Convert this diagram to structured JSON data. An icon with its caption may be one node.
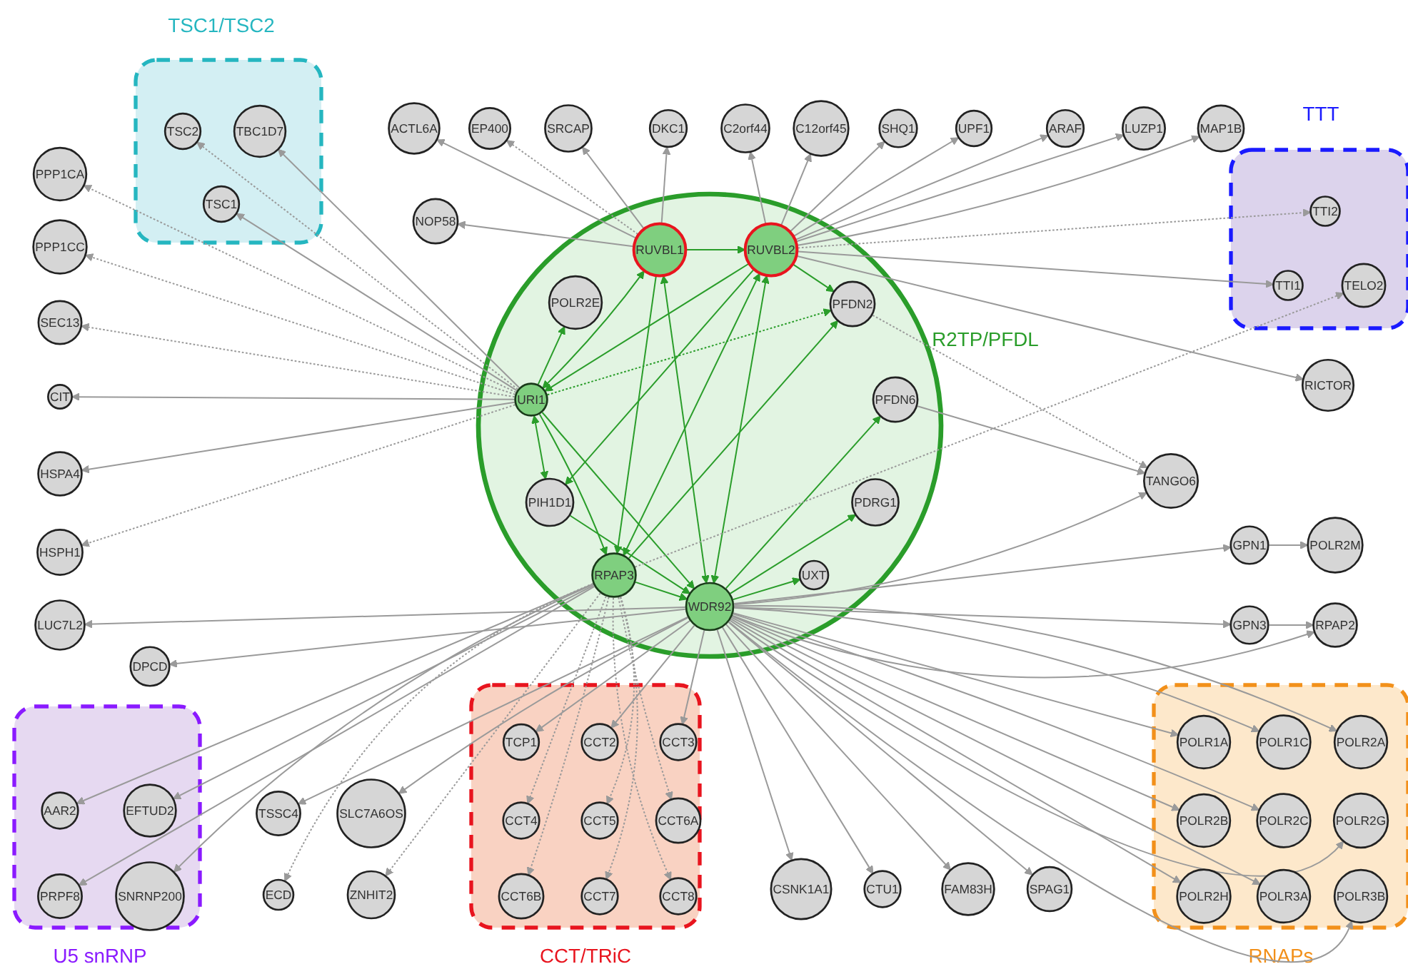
{
  "diagram": {
    "nodes": [
      {
        "text": [
          "TSC1/TSC2"
        ]
      },
      {
        "text": [
          "TSC2"
        ],
        "in": 0
      },
      {
        "text": [
          "TBC1D7"
        ],
        "in": 0
      },
      {
        "text": [
          "TSC1"
        ],
        "in": 0
      },
      {
        "text": [
          "ACTL6A"
        ]
      },
      {
        "text": [
          "EP400"
        ]
      },
      {
        "text": [
          "SRCAP"
        ]
      },
      {
        "text": [
          "DKC1"
        ]
      },
      {
        "text": [
          "C2orf44"
        ]
      },
      {
        "text": [
          "C12orf45"
        ]
      },
      {
        "text": [
          "SHQ1"
        ]
      },
      {
        "text": [
          "UPF1"
        ]
      },
      {
        "text": [
          "ARAF"
        ]
      },
      {
        "text": [
          "LUZP1"
        ]
      },
      {
        "text": [
          "MAP1B"
        ]
      },
      {
        "text": [
          "TTT"
        ]
      },
      {
        "text": [
          "TTI2"
        ],
        "in": 15
      },
      {
        "text": [
          "TTI1"
        ],
        "in": 15
      },
      {
        "text": [
          "TELO2"
        ],
        "in": 15
      },
      {
        "text": [
          "PPP1CA"
        ]
      },
      {
        "text": [
          "NOP58"
        ]
      },
      {
        "text": [
          "R2TP/PFDL"
        ]
      },
      {
        "text": [
          "RUVBL1"
        ],
        "in": 21
      },
      {
        "text": [
          "RUVBL2"
        ],
        "in": 21
      },
      {
        "text": [
          "PPP1CC"
        ]
      },
      {
        "text": [
          "POLR2E"
        ],
        "in": 21
      },
      {
        "text": [
          "PFDN2"
        ],
        "in": 21
      },
      {
        "text": [
          "SEC13"
        ]
      },
      {
        "text": [
          "URI1"
        ],
        "in": 21
      },
      {
        "text": [
          "PFDN6"
        ],
        "in": 21
      },
      {
        "text": [
          "RICTOR"
        ]
      },
      {
        "text": [
          "CIT"
        ]
      },
      {
        "text": [
          "HSPA4"
        ]
      },
      {
        "text": [
          "TANGO6"
        ]
      },
      {
        "text": [
          "PIH1D1"
        ],
        "in": 21
      },
      {
        "text": [
          "PDRG1"
        ],
        "in": 21
      },
      {
        "text": [
          "GPN1"
        ]
      },
      {
        "text": [
          "POLR2M"
        ]
      },
      {
        "text": [
          "HSPH1"
        ]
      },
      {
        "text": [
          "RPAP3"
        ],
        "in": 21
      },
      {
        "text": [
          "LUC7L2"
        ]
      },
      {
        "text": [
          "UXT"
        ],
        "in": 21
      },
      {
        "text": [
          "GPN3"
        ]
      },
      {
        "text": [
          "RPAP2"
        ]
      },
      {
        "text": [
          "DPCD"
        ]
      },
      {
        "text": [
          "WDR92"
        ],
        "in": 21
      },
      {
        "text": [
          "U5 snRNP"
        ]
      },
      {
        "text": [
          "AAR2"
        ],
        "in": 46
      },
      {
        "text": [
          "EFTUD2"
        ],
        "in": 46
      },
      {
        "text": [
          "PRPF8"
        ],
        "in": 46
      },
      {
        "text": [
          "SNRNP200"
        ],
        "in": 46
      },
      {
        "text": [
          "TSSC4"
        ]
      },
      {
        "text": [
          "SLC7A6OS"
        ]
      },
      {
        "text": [
          "ECD"
        ]
      },
      {
        "text": [
          "ZNHIT2"
        ]
      },
      {
        "text": [
          "CCT/TRiC"
        ]
      },
      {
        "text": [
          "TCP1"
        ],
        "in": 55
      },
      {
        "text": [
          "CCT2"
        ],
        "in": 55
      },
      {
        "text": [
          "CCT3"
        ],
        "in": 55
      },
      {
        "text": [
          "CCT4"
        ],
        "in": 55
      },
      {
        "text": [
          "CCT5"
        ],
        "in": 55
      },
      {
        "text": [
          "CCT6A"
        ],
        "in": 55
      },
      {
        "text": [
          "CCT6B"
        ],
        "in": 55
      },
      {
        "text": [
          "CCT7"
        ],
        "in": 55
      },
      {
        "text": [
          "CCT8"
        ],
        "in": 55
      },
      {
        "text": [
          "CSNK1A1"
        ]
      },
      {
        "text": [
          "CTU1"
        ]
      },
      {
        "text": [
          "FAM83H"
        ]
      },
      {
        "text": [
          "SPAG1"
        ]
      },
      {
        "text": [
          "RNAPs"
        ]
      },
      {
        "text": [
          "POLR1A"
        ],
        "in": 69
      },
      {
        "text": [
          "POLR1C"
        ],
        "in": 69
      },
      {
        "text": [
          "POLR2A"
        ],
        "in": 69
      },
      {
        "text": [
          "POLR2B"
        ],
        "in": 69
      },
      {
        "text": [
          "POLR2C"
        ],
        "in": 69
      },
      {
        "text": [
          "POLR2G"
        ],
        "in": 69
      },
      {
        "text": [
          "POLR2H"
        ],
        "in": 69
      },
      {
        "text": [
          "POLR3A"
        ],
        "in": 69
      },
      {
        "text": [
          "POLR3B"
        ],
        "in": 69
      }
    ],
    "edges": [
      {
        "from": 22,
        "to": 23,
        "arrow": "to",
        "color": "#2a9d2a"
      },
      {
        "from": 23,
        "to": 26,
        "arrow": "to",
        "color": "#2a9d2a"
      },
      {
        "from": 23,
        "to": 28,
        "arrow": "to",
        "color": "#2a9d2a"
      },
      {
        "from": 22,
        "to": 28,
        "arrow": "both",
        "color": "#2a9d2a"
      },
      {
        "from": 28,
        "to": 26,
        "arrow": "to",
        "style": "dashed",
        "color": "#2a9d2a"
      },
      {
        "from": 28,
        "to": 39,
        "arrow": "to",
        "color": "#2a9d2a"
      },
      {
        "from": 28,
        "to": 45,
        "arrow": "to",
        "color": "#2a9d2a"
      },
      {
        "from": 28,
        "to": 34,
        "arrow": "both",
        "color": "#2a9d2a"
      },
      {
        "from": 28,
        "to": 25,
        "arrow": "to",
        "color": "#2a9d2a"
      },
      {
        "from": 22,
        "to": 39,
        "arrow": "to",
        "color": "#2a9d2a"
      },
      {
        "from": 22,
        "to": 45,
        "arrow": "both",
        "color": "#2a9d2a"
      },
      {
        "from": 23,
        "to": 39,
        "arrow": "both",
        "color": "#2a9d2a"
      },
      {
        "from": 23,
        "to": 45,
        "arrow": "both",
        "color": "#2a9d2a"
      },
      {
        "from": 23,
        "to": 34,
        "arrow": "to",
        "color": "#2a9d2a"
      },
      {
        "from": 39,
        "to": 26,
        "arrow": "to",
        "color": "#2a9d2a"
      },
      {
        "from": 39,
        "to": 45,
        "arrow": "to",
        "color": "#2a9d2a"
      },
      {
        "from": 45,
        "to": 29,
        "arrow": "to",
        "color": "#2a9d2a"
      },
      {
        "from": 45,
        "to": 35,
        "arrow": "to",
        "color": "#2a9d2a"
      },
      {
        "from": 45,
        "to": 41,
        "arrow": "to",
        "color": "#2a9d2a"
      },
      {
        "from": 34,
        "to": 45,
        "arrow": "to",
        "color": "#2a9d2a"
      },
      {
        "from": 22,
        "to": 4,
        "arrow": "to"
      },
      {
        "from": 22,
        "to": 5,
        "arrow": "to",
        "style": "dashed"
      },
      {
        "from": 22,
        "to": 6,
        "arrow": "to"
      },
      {
        "from": 22,
        "to": 7,
        "arrow": "to"
      },
      {
        "from": 22,
        "to": 20,
        "arrow": "to"
      },
      {
        "from": 23,
        "to": 8,
        "arrow": "to"
      },
      {
        "from": 23,
        "to": 9,
        "arrow": "to"
      },
      {
        "from": 23,
        "to": 10,
        "arrow": "to"
      },
      {
        "from": 23,
        "to": 11,
        "arrow": "to"
      },
      {
        "from": 23,
        "to": 12,
        "arrow": "to"
      },
      {
        "from": 23,
        "to": 13,
        "arrow": "to"
      },
      {
        "from": 23,
        "to": 14,
        "arrow": "to"
      },
      {
        "from": 23,
        "to": 16,
        "arrow": "to",
        "style": "dashed"
      },
      {
        "from": 23,
        "to": 17,
        "arrow": "to"
      },
      {
        "from": 23,
        "to": 30,
        "arrow": "to"
      },
      {
        "from": 28,
        "to": 19,
        "arrow": "to",
        "style": "dashed"
      },
      {
        "from": 28,
        "to": 24,
        "arrow": "to",
        "style": "dashed"
      },
      {
        "from": 28,
        "to": 27,
        "arrow": "to",
        "style": "dashed"
      },
      {
        "from": 28,
        "to": 1,
        "arrow": "to",
        "style": "dashed"
      },
      {
        "from": 28,
        "to": 3,
        "arrow": "to"
      },
      {
        "from": 28,
        "to": 2,
        "arrow": "to"
      },
      {
        "from": 28,
        "to": 31,
        "arrow": "to"
      },
      {
        "from": 28,
        "to": 32,
        "arrow": "to"
      },
      {
        "from": 28,
        "to": 38,
        "arrow": "to",
        "style": "dashed"
      },
      {
        "from": 45,
        "to": 40,
        "arrow": "to"
      },
      {
        "from": 45,
        "to": 44,
        "arrow": "to"
      },
      {
        "from": 39,
        "to": 47,
        "arrow": "to"
      },
      {
        "from": 39,
        "to": 48,
        "arrow": "to"
      },
      {
        "from": 39,
        "to": 49,
        "arrow": "to"
      },
      {
        "from": 39,
        "to": 50,
        "arrow": "to"
      },
      {
        "from": 45,
        "to": 51,
        "arrow": "to"
      },
      {
        "from": 45,
        "to": 52,
        "arrow": "to"
      },
      {
        "from": 39,
        "to": 53,
        "arrow": "to",
        "style": "dashed"
      },
      {
        "from": 39,
        "to": 54,
        "arrow": "to",
        "style": "dashed"
      },
      {
        "from": 45,
        "to": 56,
        "arrow": "to"
      },
      {
        "from": 45,
        "to": 57,
        "arrow": "to"
      },
      {
        "from": 45,
        "to": 58,
        "arrow": "to"
      },
      {
        "from": 39,
        "to": 59,
        "arrow": "to",
        "style": "dashed"
      },
      {
        "from": 39,
        "to": 60,
        "arrow": "to",
        "style": "dashed"
      },
      {
        "from": 39,
        "to": 61,
        "arrow": "to",
        "style": "dashed"
      },
      {
        "from": 39,
        "to": 62,
        "arrow": "to",
        "style": "dashed"
      },
      {
        "from": 39,
        "to": 63,
        "arrow": "to",
        "style": "dashed"
      },
      {
        "from": 39,
        "to": 64,
        "arrow": "to",
        "style": "dashed"
      },
      {
        "from": 45,
        "to": 65,
        "arrow": "to"
      },
      {
        "from": 45,
        "to": 66,
        "arrow": "to"
      },
      {
        "from": 45,
        "to": 67,
        "arrow": "to"
      },
      {
        "from": 45,
        "to": 68,
        "arrow": "to"
      },
      {
        "from": 45,
        "to": 70,
        "arrow": "to"
      },
      {
        "from": 45,
        "to": 71,
        "arrow": "to"
      },
      {
        "from": 45,
        "to": 72,
        "arrow": "to"
      },
      {
        "from": 45,
        "to": 73,
        "arrow": "to"
      },
      {
        "from": 45,
        "to": 74,
        "arrow": "to"
      },
      {
        "from": 45,
        "to": 75,
        "arrow": "to"
      },
      {
        "from": 45,
        "to": 76,
        "arrow": "to"
      },
      {
        "from": 45,
        "to": 77,
        "arrow": "to"
      },
      {
        "from": 45,
        "to": 78,
        "arrow": "to"
      },
      {
        "from": 45,
        "to": 36,
        "arrow": "to"
      },
      {
        "from": 45,
        "to": 42,
        "arrow": "to"
      },
      {
        "from": 45,
        "to": 43,
        "arrow": "to"
      },
      {
        "from": 36,
        "to": 37,
        "arrow": "to"
      },
      {
        "from": 42,
        "to": 43,
        "arrow": "to"
      },
      {
        "from": 45,
        "to": 33,
        "arrow": "to"
      },
      {
        "from": 26,
        "to": 33,
        "arrow": "to",
        "style": "dashed"
      },
      {
        "from": 29,
        "to": 33,
        "arrow": "to"
      },
      {
        "from": 39,
        "to": 18,
        "arrow": "to",
        "style": "dashed"
      }
    ]
  }
}
